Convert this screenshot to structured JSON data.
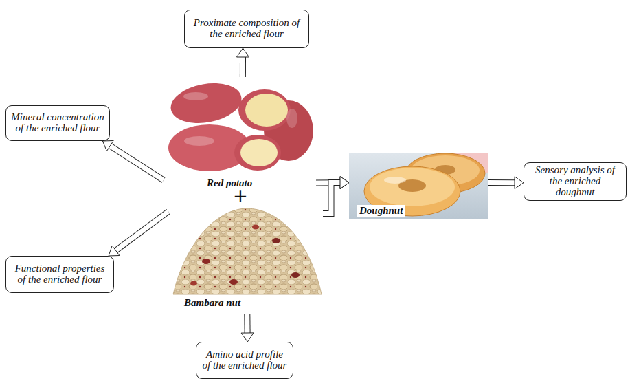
{
  "diagram": {
    "nodes": [
      {
        "text": [
          "Proximate composition of the enriched flour"
        ]
      },
      {
        "text": [
          "Mineral concentration of the enriched flour"
        ]
      },
      {
        "text": [
          "Red potato"
        ]
      },
      {
        "text": [
          "Doughnut"
        ]
      },
      {
        "text": [
          "Sensory analysis of the enriched doughnut"
        ]
      },
      {
        "text": [
          "Bambara nut"
        ]
      },
      {
        "text": [
          "Functional properties of the enriched flour"
        ]
      },
      {
        "text": [
          "Amino acid profile of the enriched flour"
        ]
      }
    ],
    "edges": [
      {
        "from": 2,
        "to": 0,
        "arrow": "to"
      },
      {
        "from": 2,
        "to": 1,
        "arrow": "to"
      },
      {
        "from": 2,
        "to": 3,
        "arrow": "to"
      },
      {
        "from": 5,
        "to": 3,
        "arrow": "to"
      },
      {
        "from": 5,
        "to": 6,
        "arrow": "to"
      },
      {
        "from": 5,
        "to": 7,
        "arrow": "to"
      },
      {
        "from": 3,
        "to": 4,
        "arrow": "to"
      }
    ],
    "labels": [
      "+"
    ]
  }
}
